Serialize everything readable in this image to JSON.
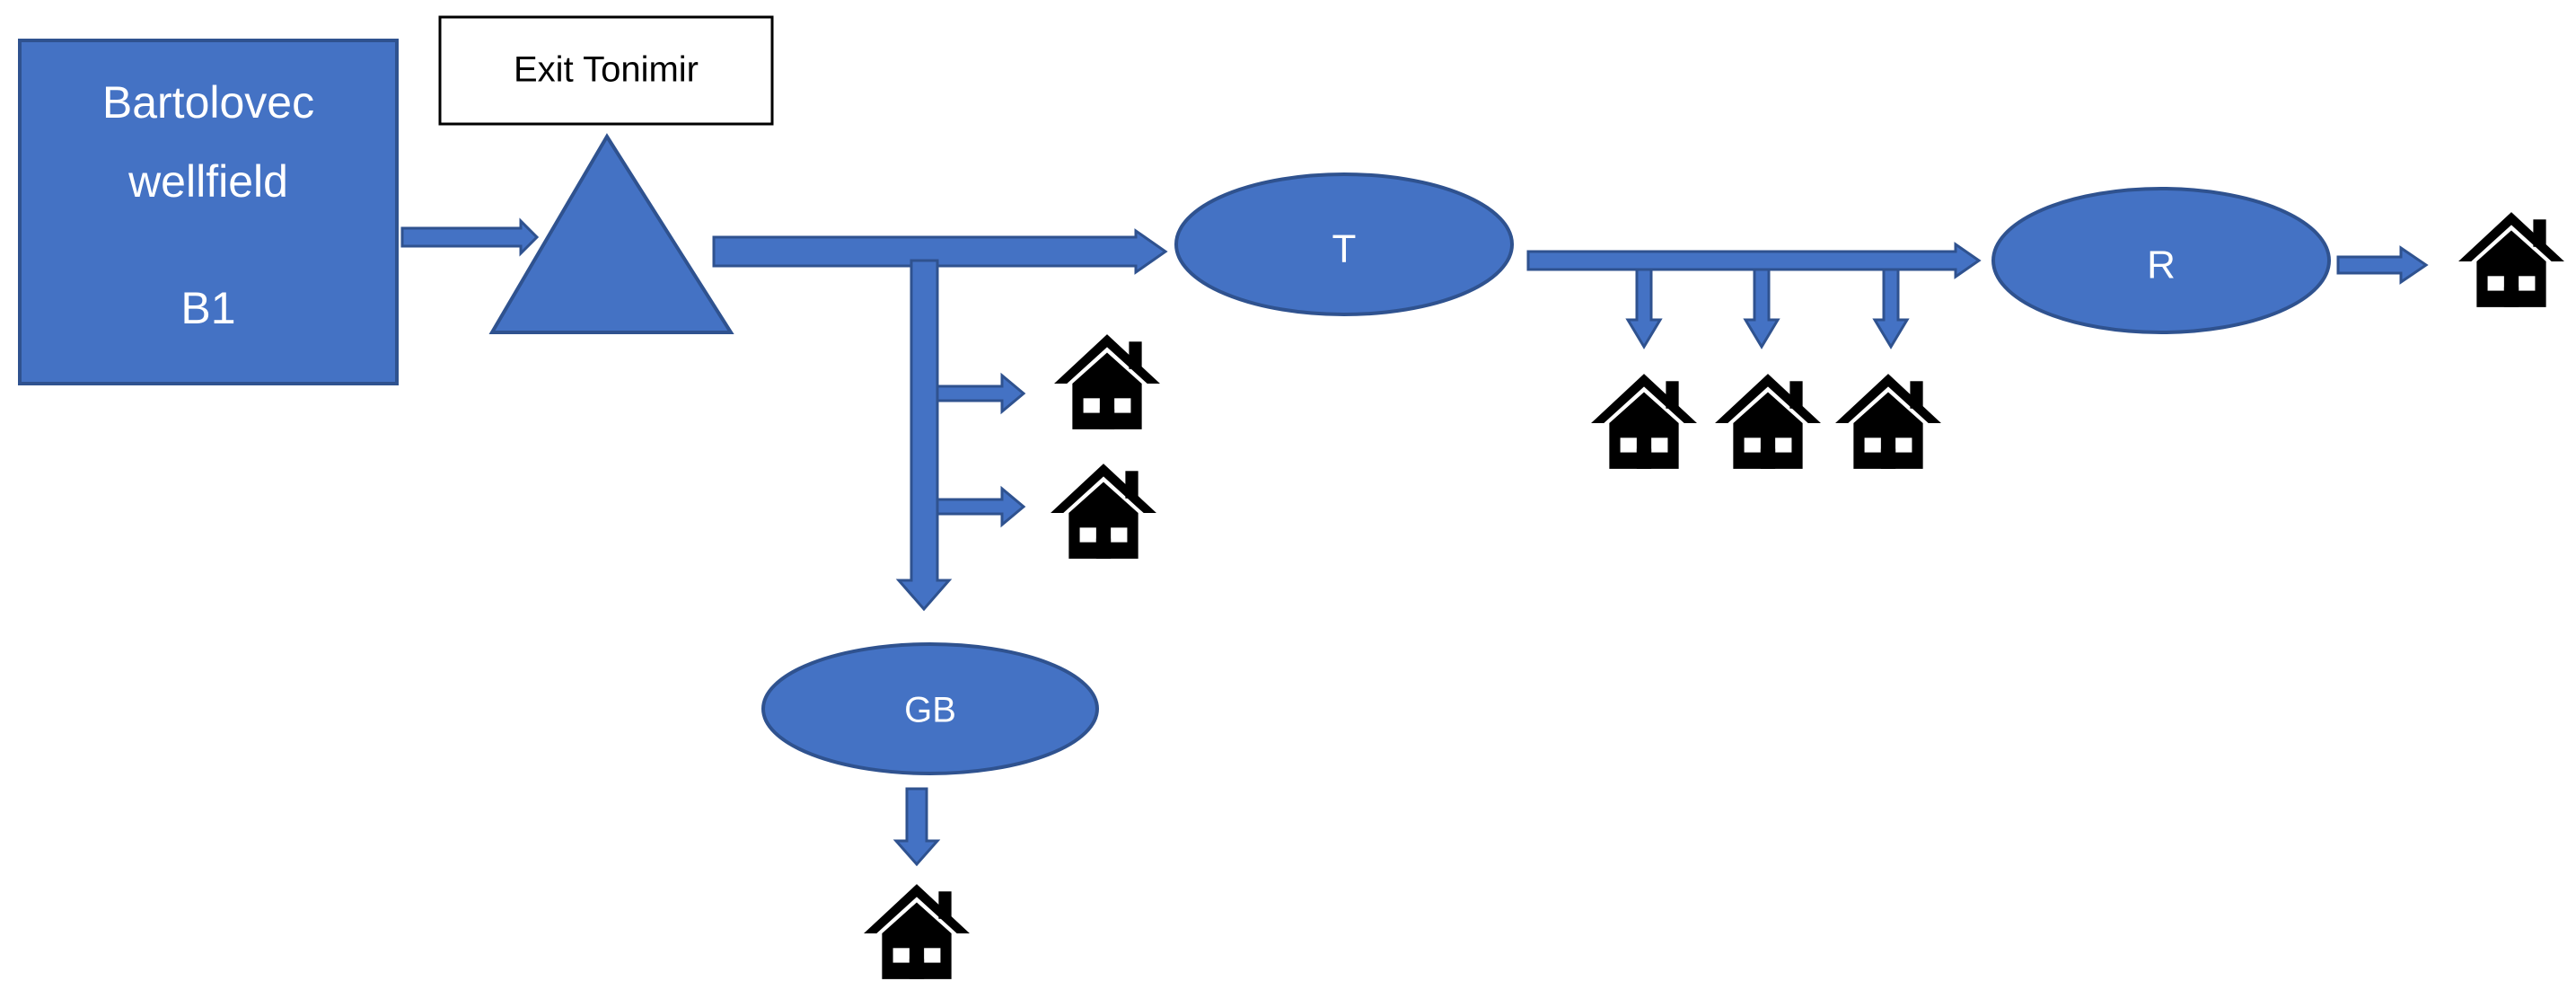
{
  "exit_label": "Exit Tonimir",
  "wellfield": {
    "line1": "Bartolovec",
    "line2": "wellfield",
    "line3": "B1"
  },
  "reservoirs": {
    "t": "T",
    "r": "R",
    "gb": "GB"
  },
  "colors": {
    "fill": "#4472c4",
    "stroke": "#2f528f",
    "house": "#000000"
  },
  "icons": [
    "house-icon",
    "triangle-pump-station"
  ]
}
